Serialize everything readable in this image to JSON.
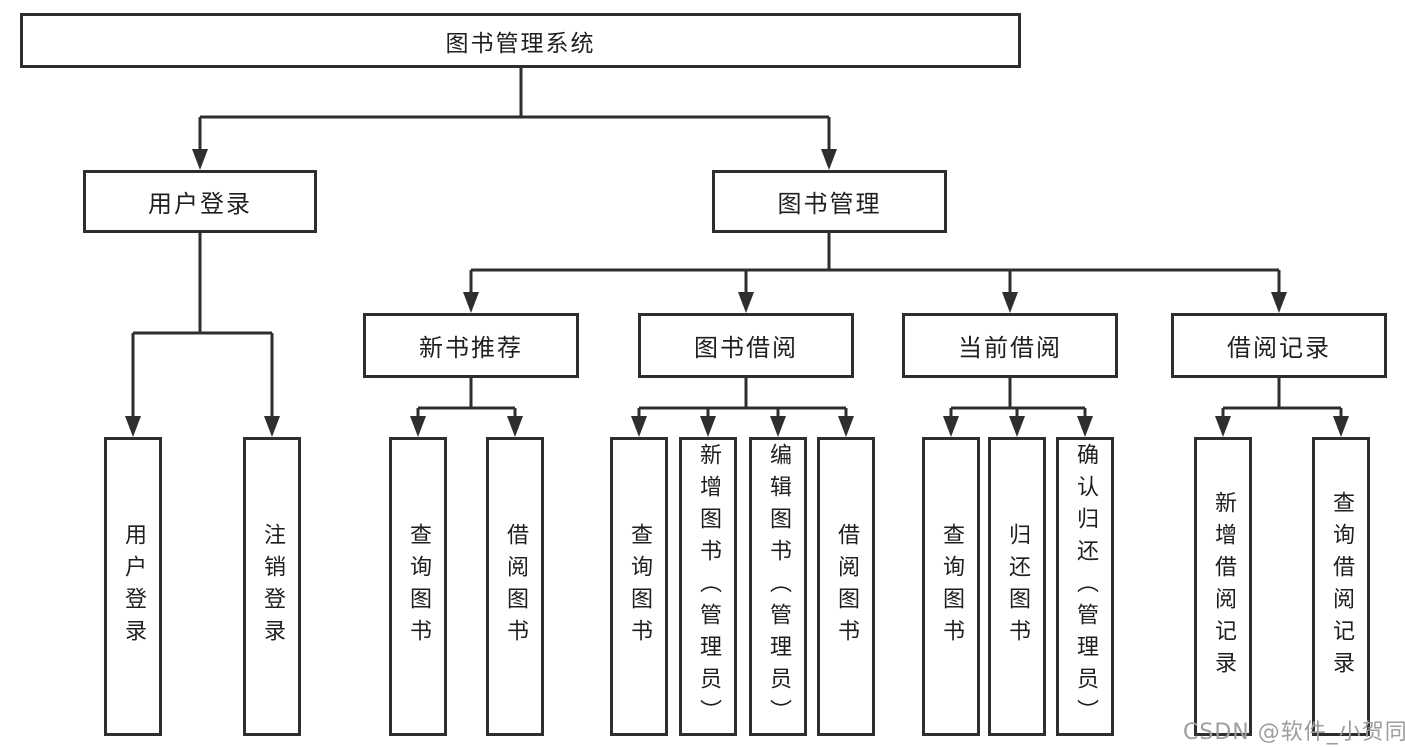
{
  "diagram": {
    "root": "图书管理系统",
    "level2": {
      "user_login": "用户登录",
      "book_management": "图书管理"
    },
    "level3": {
      "new_book_recommend": "新书推荐",
      "book_borrowing": "图书借阅",
      "current_borrowing": "当前借阅",
      "borrowing_records": "借阅记录"
    },
    "leaves": {
      "user_login": [
        "用户登录",
        "注销登录"
      ],
      "new_book_recommend": [
        "查询图书",
        "借阅图书"
      ],
      "book_borrowing": [
        "查询图书",
        "新增图书（管理员）",
        "编辑图书（管理员）",
        "借阅图书"
      ],
      "current_borrowing": [
        "查询图书",
        "归还图书",
        "确认归还（管理员）"
      ],
      "borrowing_records": [
        "新增借阅记录",
        "查询借阅记录"
      ]
    }
  },
  "watermark": "CSDN @软件_小贺同学",
  "colors": {
    "line": "#2e2e2e",
    "text": "#1f1f1f",
    "watermark": "#9e9e9e",
    "background": "#ffffff"
  }
}
